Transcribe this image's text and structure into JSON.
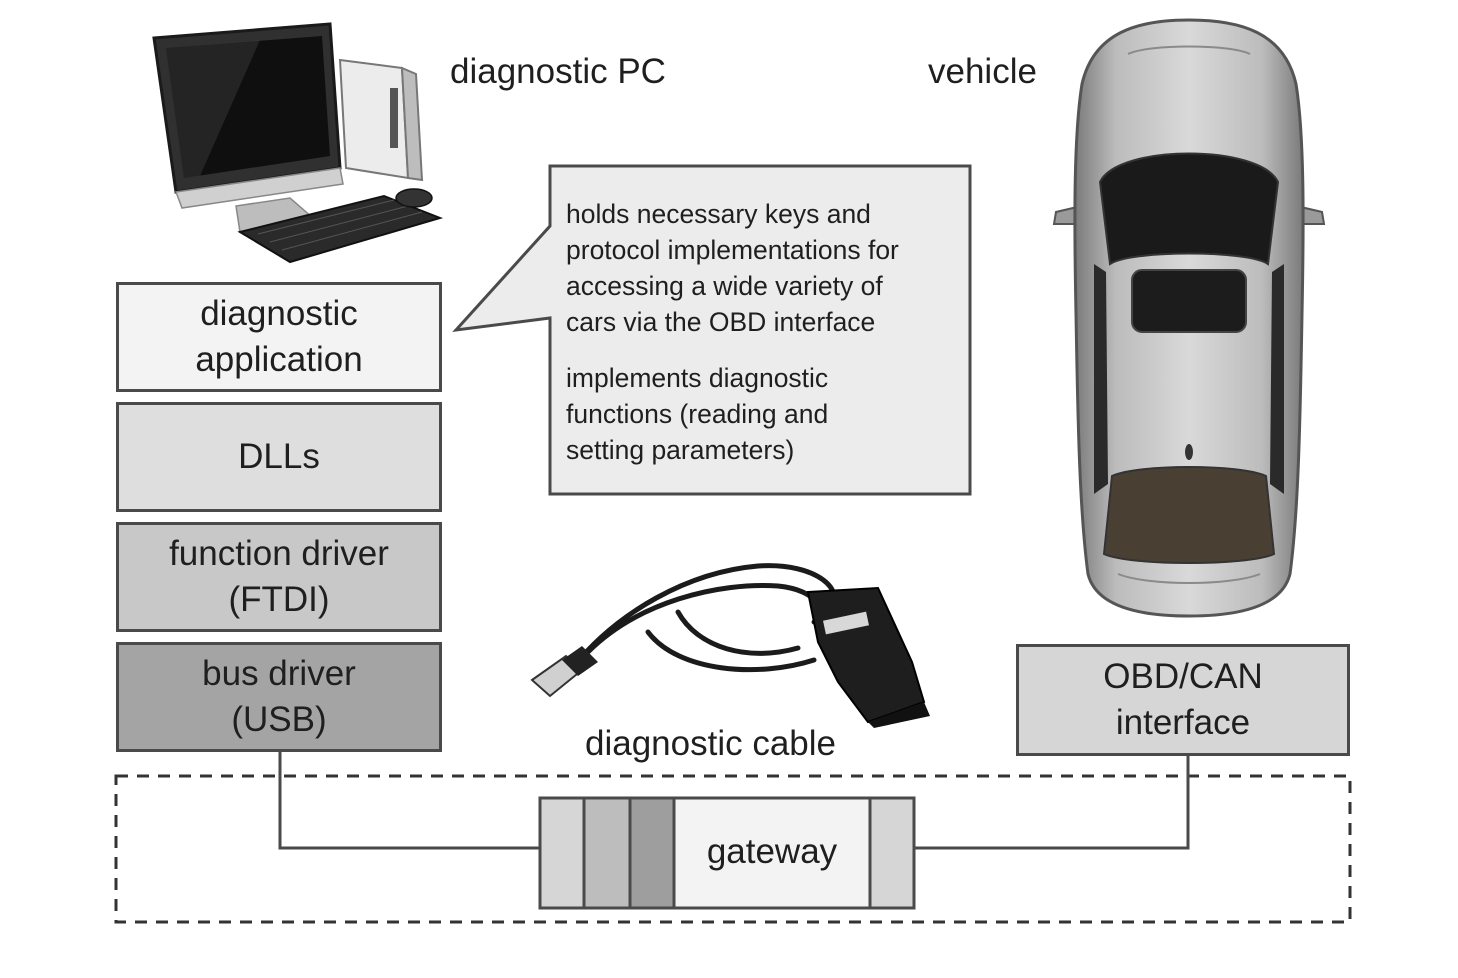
{
  "labels": {
    "pc": "diagnostic PC",
    "vehicle": "vehicle",
    "cable": "diagnostic cable"
  },
  "stack": {
    "app_line1": "diagnostic",
    "app_line2": "application",
    "dlls": "DLLs",
    "fdriver_line1": "function driver",
    "fdriver_line2": "(FTDI)",
    "bdriver_line1": "bus driver",
    "bdriver_line2": "(USB)"
  },
  "callout": {
    "para1": [
      "holds necessary keys and",
      "protocol implementations for",
      "accessing a wide variety of",
      "cars via the OBD interface"
    ],
    "para2": [
      "implements diagnostic",
      "functions (reading and",
      "setting parameters)"
    ]
  },
  "obd": {
    "line1": "OBD/CAN",
    "line2": "interface"
  },
  "gateway": {
    "label": "gateway"
  },
  "colors": {
    "app": "#f3f3f3",
    "dlls": "#dedede",
    "fdriver": "#c8c8c8",
    "bdriver": "#a4a4a4",
    "obd": "#d6d6d6",
    "callout": "#ececec",
    "border": "#4a4a4a"
  },
  "icons": [
    "desktop-computer-icon",
    "car-top-view-icon",
    "obd-cable-icon"
  ]
}
